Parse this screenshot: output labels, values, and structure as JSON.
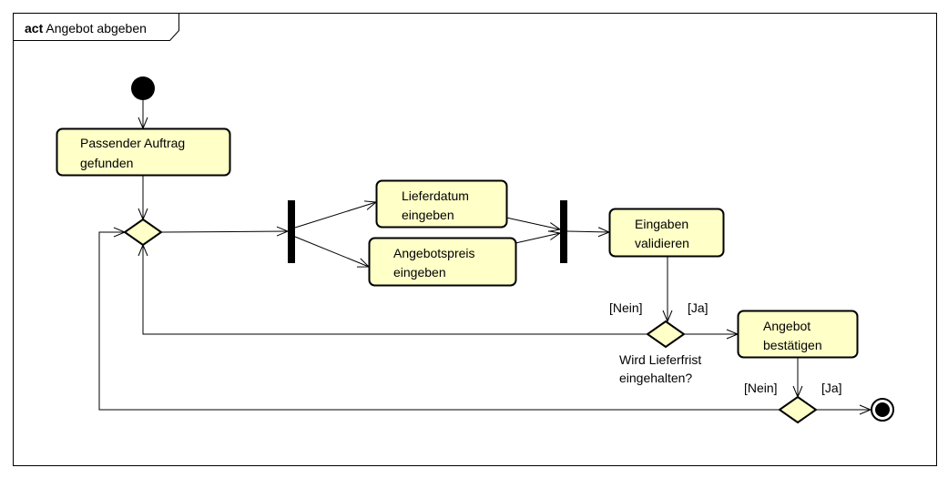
{
  "frame": {
    "keyword": "act",
    "name": "Angebot abgeben"
  },
  "actions": {
    "passender_auftrag": [
      "Passender Auftrag",
      "gefunden"
    ],
    "lieferdatum": [
      "Lieferdatum",
      "eingeben"
    ],
    "angebotspreis": [
      "Angebotspreis",
      "eingeben"
    ],
    "eingaben_validieren": [
      "Eingaben",
      "validieren"
    ],
    "angebot_bestaetigen": [
      "Angebot",
      "bestätigen"
    ]
  },
  "decision_question": [
    "Wird Lieferfrist",
    "eingehalten?"
  ],
  "guards": {
    "nein_1": "[Nein]",
    "ja_1": "[Ja]",
    "nein_2": "[Nein]",
    "ja_2": "[Ja]"
  },
  "colors": {
    "action_fill": "#ffffc8",
    "decision_fill": "#ffffc8",
    "stroke": "#000000"
  }
}
